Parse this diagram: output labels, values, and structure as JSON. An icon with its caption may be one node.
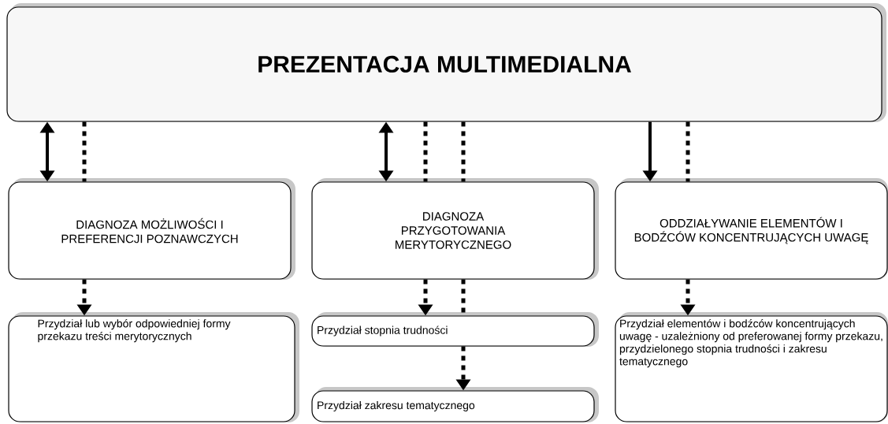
{
  "diagram": {
    "nodes": [
      {
        "text": [
          "PREZENTACJA MULTIMEDIALNA"
        ]
      },
      {
        "text": [
          "DIAGNOZA MOŻLIWOŚCI I PREFERENCJI POZNAWCZYCH"
        ]
      },
      {
        "text": [
          "DIAGNOZA PRZYGOTOWANIA MERYTORYCZNEGO"
        ]
      },
      {
        "text": [
          "ODDZIAŁYWANIE ELEMENTÓW I BODŹCÓW KONCENTRUJĄCYCH UWAGĘ"
        ]
      },
      {
        "text": [
          "Przydział lub wybór odpowiedniej formy przekazu treści merytorycznych"
        ]
      },
      {
        "text": [
          "Przydział stopnia trudności"
        ]
      },
      {
        "text": [
          "Przydział zakresu tematycznego"
        ]
      },
      {
        "text": [
          "Przydział elementów i bodźców koncentrujących uwagę - uzależniony od preferowanej formy przekazu, przydzielonego stopnia trudności i zakresu tematycznego"
        ]
      }
    ],
    "edges": [
      {
        "from": 0,
        "to": 1,
        "arrow": "both"
      },
      {
        "from": 0,
        "to": 1,
        "arrow": "none",
        "style": "dashed"
      },
      {
        "from": 0,
        "to": 2,
        "arrow": "both"
      },
      {
        "from": 0,
        "to": 2,
        "arrow": "none",
        "style": "dashed"
      },
      {
        "from": 0,
        "to": 2,
        "arrow": "none",
        "style": "dashed"
      },
      {
        "from": 0,
        "to": 3,
        "arrow": "to"
      },
      {
        "from": 0,
        "to": 3,
        "arrow": "none",
        "style": "dashed"
      },
      {
        "from": 1,
        "to": 4,
        "arrow": "to",
        "style": "dashed"
      },
      {
        "from": 2,
        "to": 5,
        "arrow": "to",
        "style": "dashed"
      },
      {
        "from": 2,
        "to": 5,
        "arrow": "none",
        "style": "dashed"
      },
      {
        "from": 5,
        "to": 6,
        "arrow": "to",
        "style": "dashed"
      },
      {
        "from": 3,
        "to": 7,
        "arrow": "to",
        "style": "dashed"
      }
    ]
  }
}
